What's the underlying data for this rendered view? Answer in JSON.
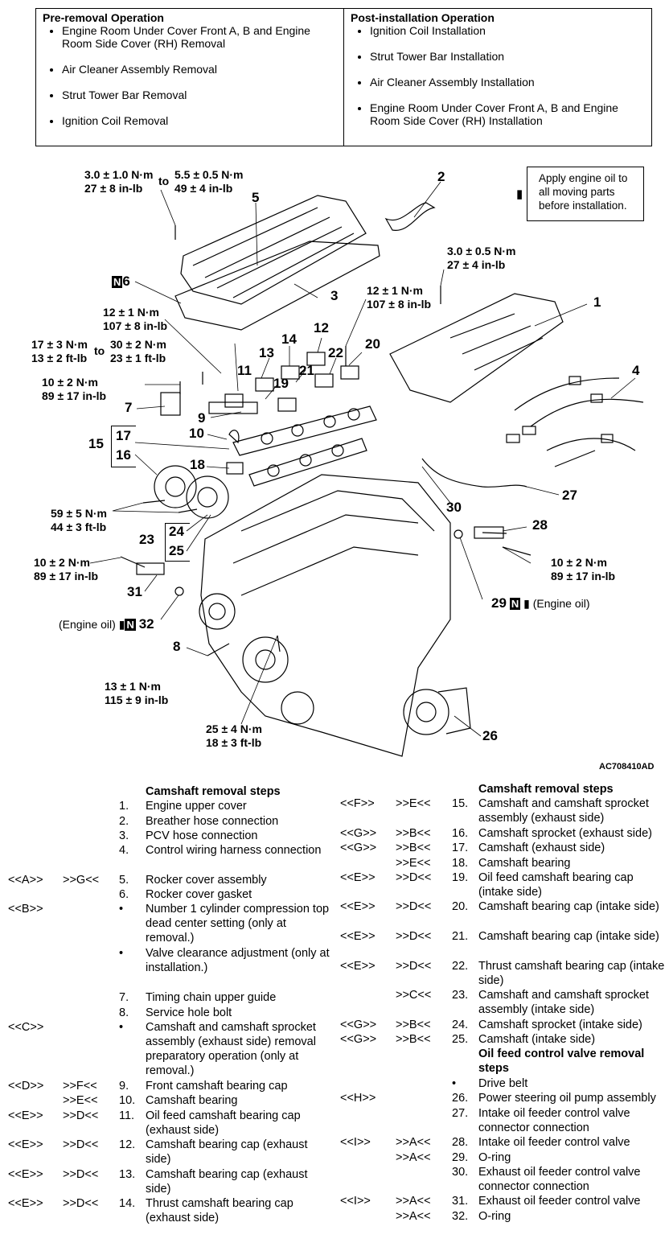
{
  "pre_removal": {
    "title": "Pre-removal Operation",
    "items": [
      "Engine Room Under Cover Front A, B and Engine Room Side Cover (RH) Removal",
      "Air Cleaner Assembly Removal",
      "Strut Tower Bar Removal",
      "Ignition Coil Removal"
    ]
  },
  "post_installation": {
    "title": "Post-installation Operation",
    "items": [
      "Ignition Coil Installation",
      "Strut Tower Bar Installation",
      "Air Cleaner Assembly Installation",
      "Engine Room Under Cover Front A, B and Engine Room Side Cover (RH) Installation"
    ]
  },
  "figure": {
    "note": "Apply engine oil to all moving parts before installation.",
    "code": "AC708410AD",
    "torques": {
      "t_cover_a1": "3.0 ± 1.0 N·m",
      "t_cover_a2": "27 ± 8 in-lb",
      "t_to1": "to",
      "t_cover_b1": "5.5 ± 0.5 N·m",
      "t_cover_b2": "49 ± 4 in-lb",
      "t_upper1": "3.0 ± 0.5 N·m",
      "t_upper2": "27 ± 4 in-lb",
      "t_12a1": "12 ± 1 N·m",
      "t_12a2": "107 ± 8 in-lb",
      "t_12b1": "12 ± 1 N·m",
      "t_12b2": "107 ± 8 in-lb",
      "t_17a1": "17 ± 3 N·m",
      "t_17a2": "13 ± 2 ft-lb",
      "t_to2": "to",
      "t_30a1": "30 ± 2 N·m",
      "t_30a2": "23 ± 1 ft-lb",
      "t_10a1": "10 ± 2 N·m",
      "t_10a2": "89 ± 17 in-lb",
      "t_59a1": "59 ± 5 N·m",
      "t_59a2": "44 ± 3 ft-lb",
      "t_10b1": "10 ± 2 N·m",
      "t_10b2": "89 ± 17 in-lb",
      "t_10c1": "10 ± 2 N·m",
      "t_10c2": "89 ± 17 in-lb",
      "t_13a1": "13 ± 1 N·m",
      "t_13a2": "115 ± 9 in-lb",
      "t_25a1": "25 ± 4 N·m",
      "t_25a2": "18 ± 3 ft-lb"
    },
    "engine_oil": "(Engine oil)",
    "n_badge": "N",
    "labels": [
      "1",
      "2",
      "3",
      "4",
      "5",
      "6",
      "7",
      "8",
      "9",
      "10",
      "11",
      "12",
      "13",
      "14",
      "15",
      "16",
      "17",
      "18",
      "19",
      "20",
      "21",
      "22",
      "23",
      "24",
      "25",
      "26",
      "27",
      "28",
      "29",
      "30",
      "31",
      "32"
    ]
  },
  "steps_left": [
    {
      "k": "h",
      "text": "Camshaft removal steps"
    },
    {
      "n": "1.",
      "text": "Engine upper cover"
    },
    {
      "n": "2.",
      "text": "Breather hose connection"
    },
    {
      "n": "3.",
      "text": "PCV hose connection"
    },
    {
      "n": "4.",
      "text": "Control wiring harness connection"
    },
    {
      "a": "<<A>>",
      "b": ">>G<<",
      "n": "5.",
      "text": "Rocker cover assembly"
    },
    {
      "n": "6.",
      "text": "Rocker cover gasket"
    },
    {
      "a": "<<B>>",
      "n": "•",
      "text": "Number 1 cylinder compression top dead center setting (only at removal.)"
    },
    {
      "n": "•",
      "text": "Valve clearance adjustment (only at installation.)"
    },
    {
      "n": "7.",
      "text": "Timing chain upper guide"
    },
    {
      "n": "8.",
      "text": "Service hole bolt"
    },
    {
      "a": "<<C>>",
      "n": "•",
      "text": "Camshaft and camshaft sprocket assembly (exhaust side) removal preparatory operation (only at removal.)"
    },
    {
      "a": "<<D>>",
      "b": ">>F<<",
      "n": "9.",
      "text": "Front camshaft bearing cap"
    },
    {
      "b": ">>E<<",
      "n": "10.",
      "text": "Camshaft bearing"
    },
    {
      "a": "<<E>>",
      "b": ">>D<<",
      "n": "11.",
      "text": "Oil feed camshaft bearing cap (exhaust side)"
    },
    {
      "a": "<<E>>",
      "b": ">>D<<",
      "n": "12.",
      "text": "Camshaft bearing cap (exhaust side)"
    },
    {
      "a": "<<E>>",
      "b": ">>D<<",
      "n": "13.",
      "text": "Camshaft bearing cap (exhaust side)"
    },
    {
      "a": "<<E>>",
      "b": ">>D<<",
      "n": "14.",
      "text": "Thrust camshaft bearing cap (exhaust side)"
    }
  ],
  "steps_right": [
    {
      "k": "h",
      "text": "Camshaft removal steps"
    },
    {
      "a": "<<F>>",
      "b": ">>E<<",
      "n": "15.",
      "text": "Camshaft and camshaft sprocket assembly (exhaust side)"
    },
    {
      "a": "<<G>>",
      "b": ">>B<<",
      "n": "16.",
      "text": "Camshaft sprocket (exhaust side)"
    },
    {
      "a": "<<G>>",
      "b": ">>B<<",
      "n": "17.",
      "text": "Camshaft (exhaust side)"
    },
    {
      "b": ">>E<<",
      "n": "18.",
      "text": "Camshaft bearing"
    },
    {
      "a": "<<E>>",
      "b": ">>D<<",
      "n": "19.",
      "text": "Oil feed camshaft bearing cap (intake side)"
    },
    {
      "a": "<<E>>",
      "b": ">>D<<",
      "n": "20.",
      "text": "Camshaft bearing cap (intake side)"
    },
    {
      "a": "<<E>>",
      "b": ">>D<<",
      "n": "21.",
      "text": "Camshaft bearing cap (intake side)"
    },
    {
      "a": "<<E>>",
      "b": ">>D<<",
      "n": "22.",
      "text": "Thrust camshaft bearing cap (intake side)"
    },
    {
      "b": ">>C<<",
      "n": "23.",
      "text": "Camshaft and camshaft sprocket assembly (intake side)"
    },
    {
      "a": "<<G>>",
      "b": ">>B<<",
      "n": "24.",
      "text": "Camshaft sprocket (intake side)"
    },
    {
      "a": "<<G>>",
      "b": ">>B<<",
      "n": "25.",
      "text": "Camshaft (intake side)"
    },
    {
      "k": "h",
      "text": "Oil feed control valve removal steps"
    },
    {
      "n": "•",
      "text": "Drive belt"
    },
    {
      "a": "<<H>>",
      "n": "26.",
      "text": "Power steering oil pump assembly"
    },
    {
      "n": "27.",
      "text": "Intake oil feeder control valve connector connection"
    },
    {
      "a": "<<I>>",
      "b": ">>A<<",
      "n": "28.",
      "text": "Intake oil feeder control valve"
    },
    {
      "b": ">>A<<",
      "n": "29.",
      "text": "O-ring"
    },
    {
      "n": "30.",
      "text": "Exhaust oil feeder control valve connector connection"
    },
    {
      "a": "<<I>>",
      "b": ">>A<<",
      "n": "31.",
      "text": "Exhaust oil feeder control valve"
    },
    {
      "b": ">>A<<",
      "n": "32.",
      "text": "O-ring"
    }
  ]
}
